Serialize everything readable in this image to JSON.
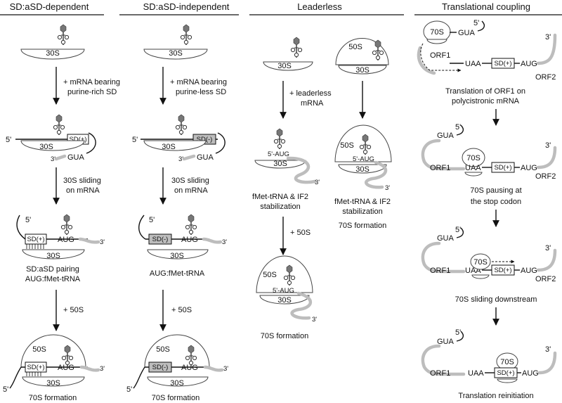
{
  "headers": [
    "SD:aSD-dependent",
    "SD:aSD-independent",
    "Leaderless",
    "Translational coupling"
  ],
  "labels": {
    "s30": "30S",
    "s50": "50S",
    "s70": "70S",
    "aug": "AUG",
    "gua": "GUA",
    "uaa": "UAA",
    "aug5": "5'-AUG",
    "p5": "5'",
    "p3": "3'",
    "sdp": "SD(+)",
    "sdm": "SD(-)",
    "orf1": "ORF1",
    "orf2": "ORF2"
  },
  "col1": {
    "step1a": "+ mRNA bearing",
    "step1b": "purine-rich SD",
    "step2a": "30S sliding",
    "step2b": "on mRNA",
    "pair1": "SD:aSD pairing",
    "pair2": "AUG:fMet-tRNA",
    "step3": "+ 50S",
    "result": "70S formation"
  },
  "col2": {
    "step1a": "+ mRNA bearing",
    "step1b": "purine-less SD",
    "step2a": "30S sliding",
    "step2b": "on mRNA",
    "pair": "AUG:fMet-tRNA",
    "step3": "+ 50S",
    "result": "70S formation"
  },
  "col3": {
    "step1a": "+ leaderless",
    "step1b": "mRNA",
    "stab1a": "fMet-tRNA & IF2",
    "stab1b": "stabilization",
    "stab2a": "fMet-tRNA & IF2",
    "stab2b": "stabilization",
    "form2": "70S formation",
    "step2": "+ 50S",
    "result": "70S formation"
  },
  "col4": {
    "cap1a": "Translation of ORF1 on",
    "cap1b": "polycistronic mRNA",
    "cap2a": "70S pausing at",
    "cap2b": "the stop codon",
    "cap3": "70S sliding downstream",
    "cap4": "Translation reinitiation"
  }
}
